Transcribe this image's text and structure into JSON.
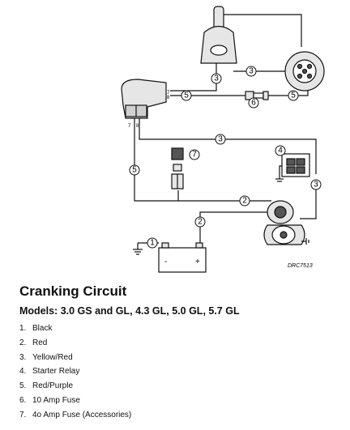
{
  "diagram": {
    "reference_code": "DRC7513",
    "pin_labels": [
      "7",
      "8"
    ],
    "callouts": [
      "1",
      "2",
      "3",
      "4",
      "5",
      "6",
      "7"
    ],
    "battery_terminals": [
      "-",
      "+"
    ]
  },
  "caption": {
    "title": "Cranking Circuit",
    "subtitle": "Models: 3.0 GS and GL, 4.3 GL, 5.0 GL, 5.7 GL"
  },
  "legend": [
    {
      "num": "1.",
      "label": "Black"
    },
    {
      "num": "2.",
      "label": "Red"
    },
    {
      "num": "3.",
      "label": "Yellow/Red"
    },
    {
      "num": "4.",
      "label": "Starter Relay"
    },
    {
      "num": "5.",
      "label": "Red/Purple"
    },
    {
      "num": "6.",
      "label": "10 Amp Fuse"
    },
    {
      "num": "7.",
      "label": "4o Amp Fuse (Accessories)"
    }
  ],
  "colors": {
    "line": "#111111",
    "component_fill": "#e6e6e6",
    "dark_fill": "#555555"
  }
}
